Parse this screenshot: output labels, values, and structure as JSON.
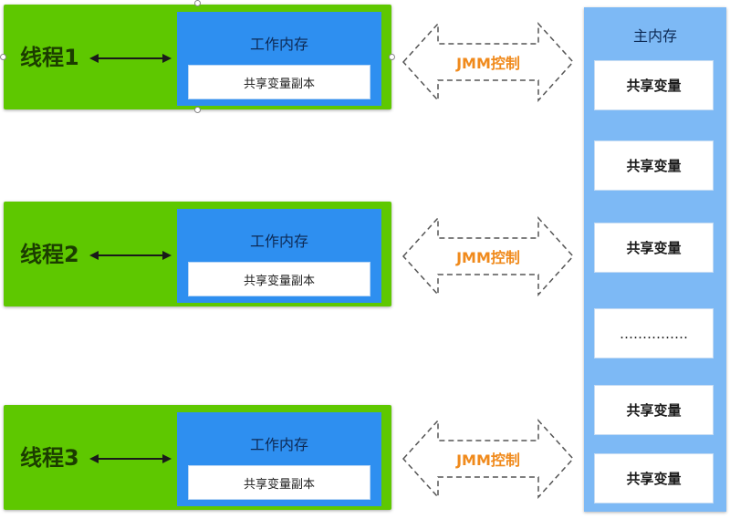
{
  "threads": [
    {
      "label": "线程1",
      "work_memory": "工作内存",
      "copy": "共享变量副本"
    },
    {
      "label": "线程2",
      "work_memory": "工作内存",
      "copy": "共享变量副本"
    },
    {
      "label": "线程3",
      "work_memory": "工作内存",
      "copy": "共享变量副本"
    }
  ],
  "jmm_label": "JMM控制",
  "main_memory": {
    "title": "主内存",
    "items": [
      "共享变量",
      "共享变量",
      "共享变量",
      "……………",
      "共享变量",
      "共享变量"
    ]
  },
  "colors": {
    "thread_green": "#5ec800",
    "work_blue": "#2e8ff0",
    "main_blue": "#7db9f5",
    "jmm_orange": "#f08a1c"
  }
}
